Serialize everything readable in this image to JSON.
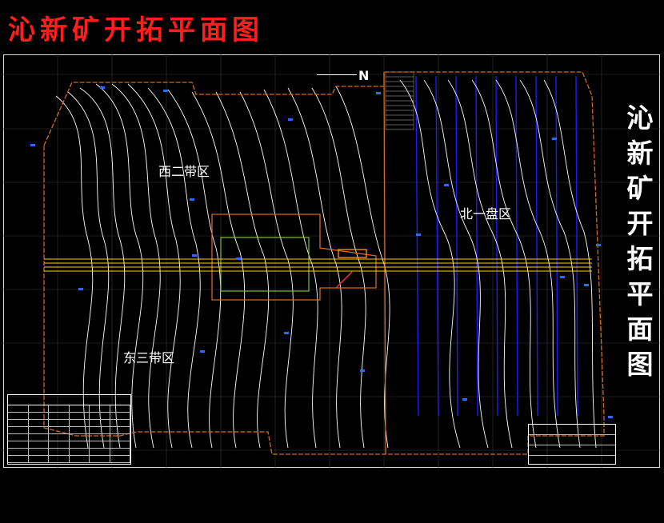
{
  "map": {
    "title": "沁新矿开拓平面图",
    "side_title_chars": [
      "沁",
      "新",
      "矿",
      "开",
      "拓",
      "平",
      "面",
      "图"
    ],
    "north_label": "N",
    "zones": {
      "west": "西二带区",
      "north": "北一盘区",
      "east": "东三带区"
    },
    "colors": {
      "title_red": "#ff1e1e",
      "contour": "#ffffff",
      "boundary": "#d2691e",
      "roadway": "#ffff00",
      "gridline": "#0000ff",
      "panel": "#7fbf3f"
    },
    "icons": [
      "north-arrow-icon"
    ]
  }
}
